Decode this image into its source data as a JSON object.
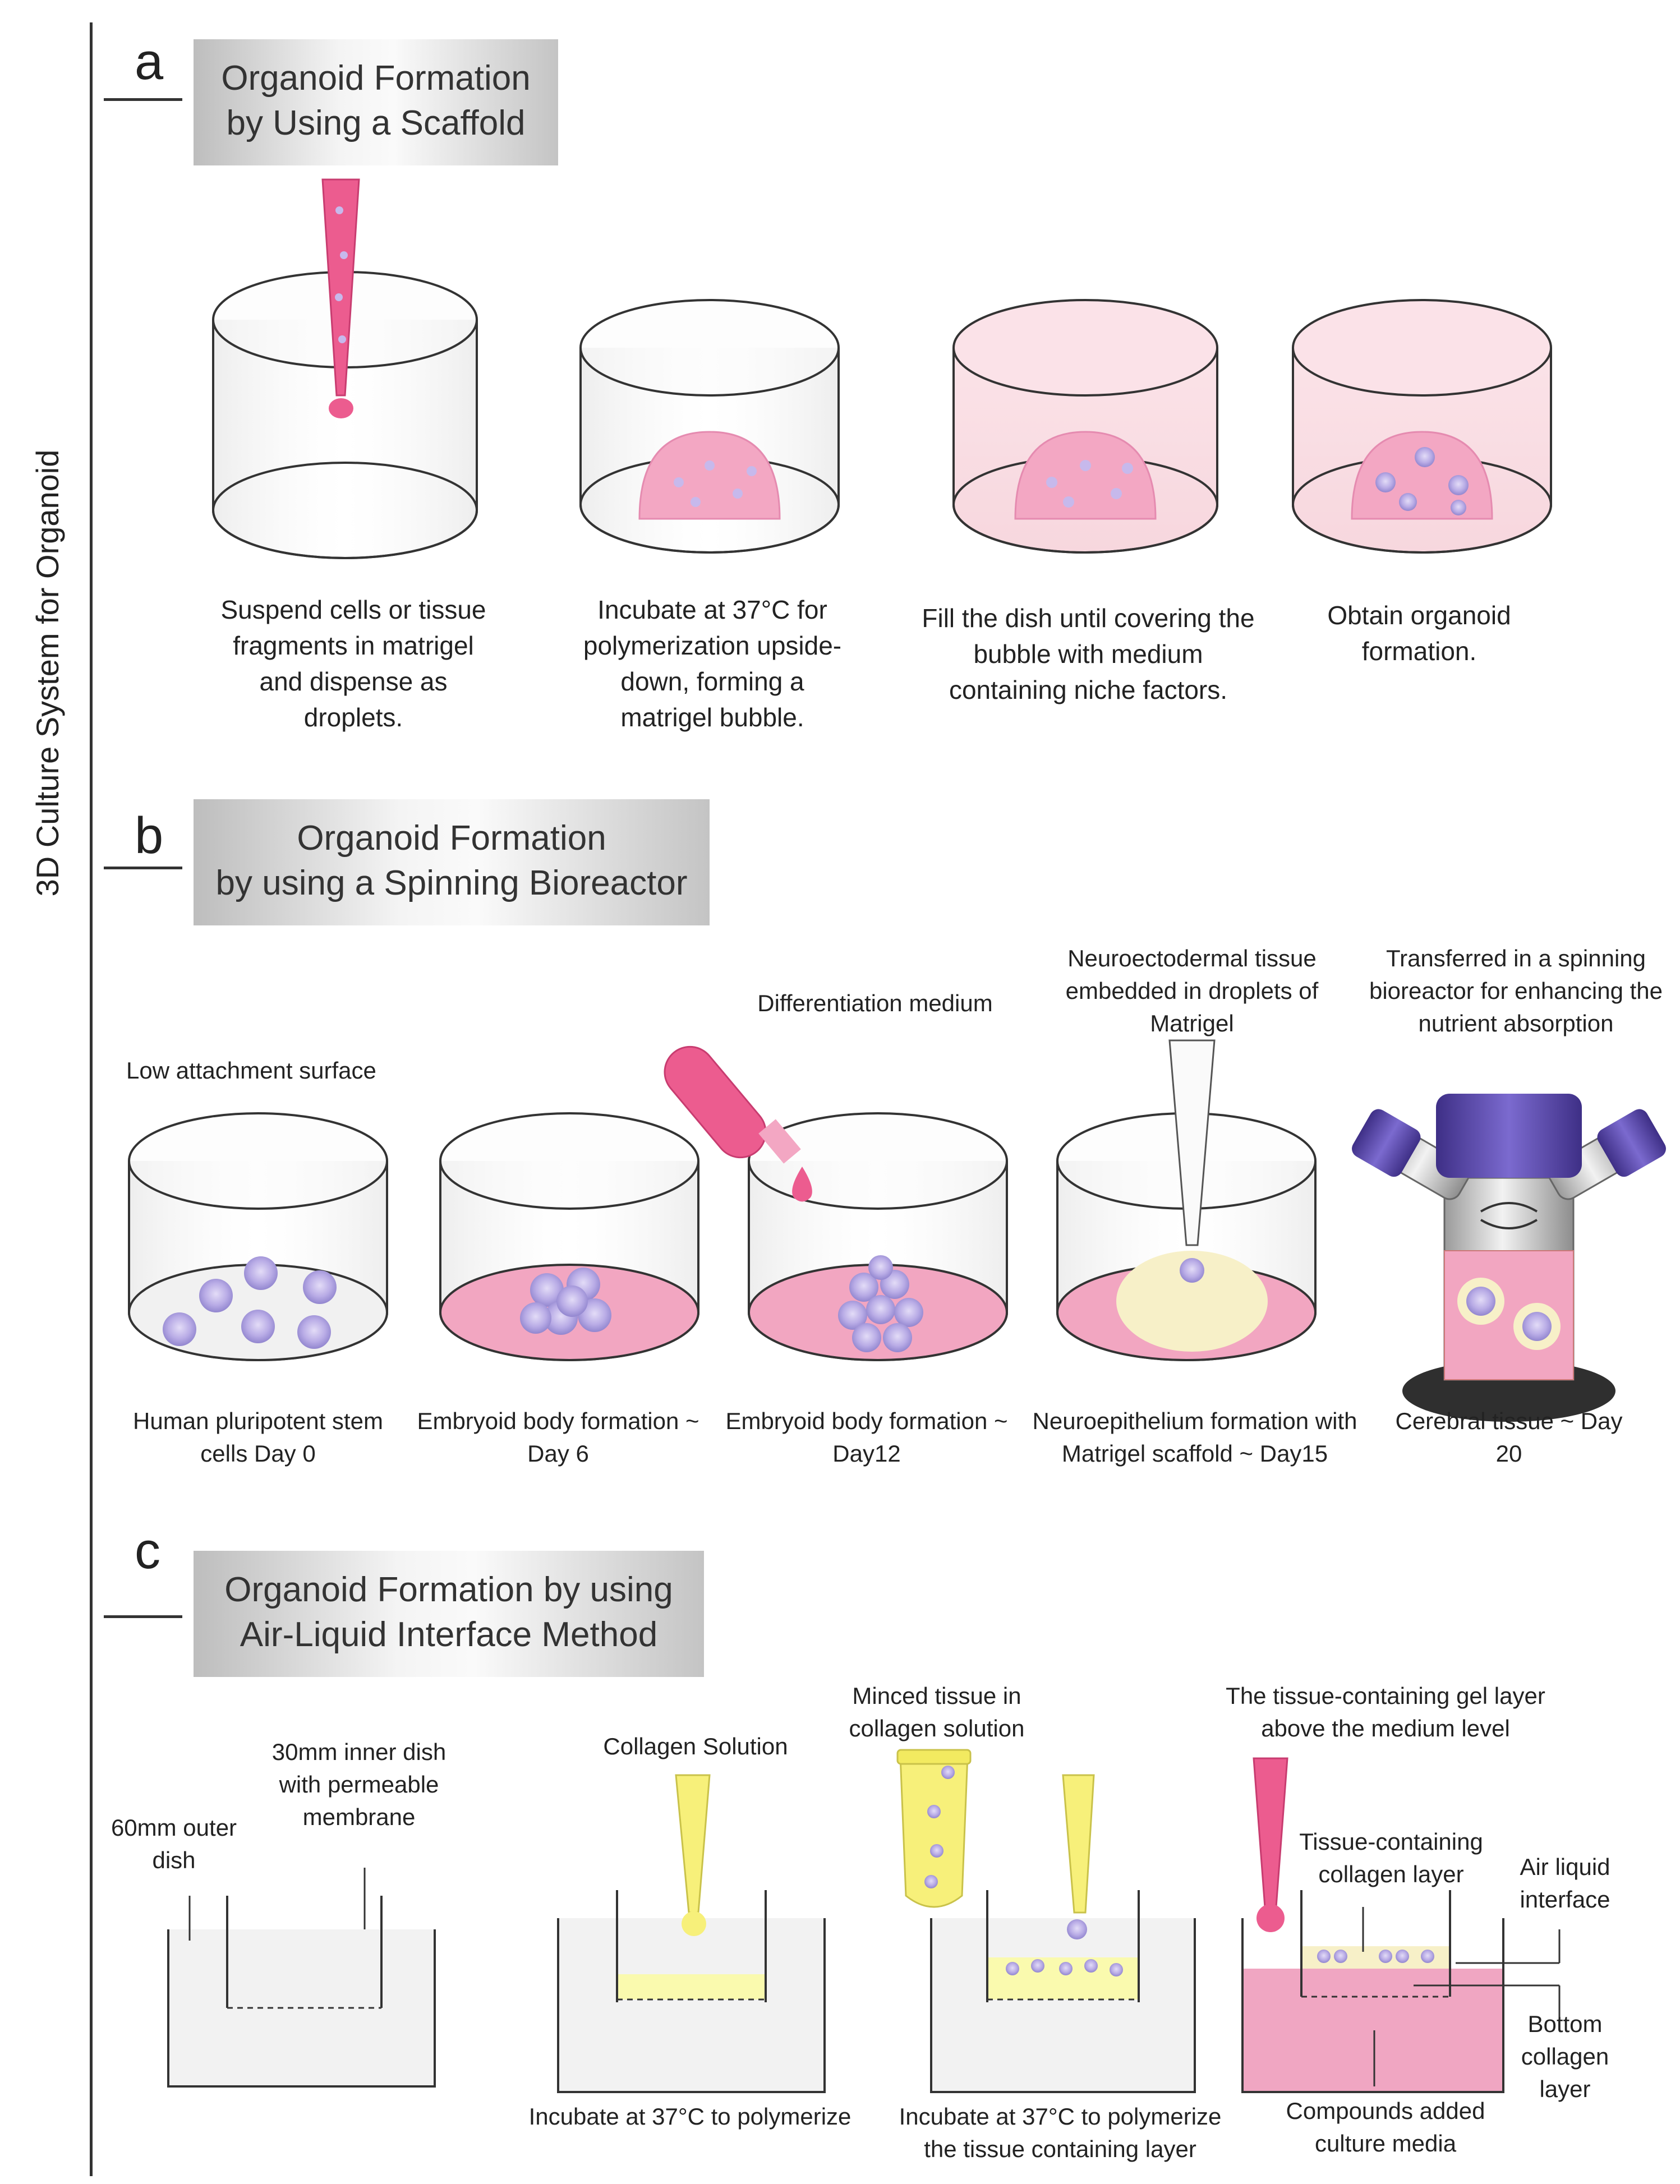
{
  "side_title": "3D Culture System for Organoid",
  "sections": {
    "a": {
      "letter": "a",
      "title_l1": "Organoid Formation",
      "title_l2": "by Using  a Scaffold",
      "steps": [
        "Suspend cells or tissue fragments in matrigel and dispense as droplets.",
        "Incubate at 37°C for polymerization upside-down, forming a matrigel bubble.",
        "Fill the dish until covering the bubble with medium containing niche factors.",
        "Obtain organoid formation."
      ]
    },
    "b": {
      "letter": "b",
      "title_l1": "Organoid Formation",
      "title_l2": "by using a Spinning Bioreactor",
      "label_low_attachment": "Low attachment surface",
      "label_diff_medium": "Differentiation medium",
      "label_neuroecto": "Neuroectodermal tissue embedded in droplets of Matrigel",
      "label_transferred": "Transferred in a spinning bioreactor for enhancing the nutrient absorption",
      "steps": [
        "Human pluripotent stem cells Day 0",
        "Embryoid body formation ~ Day 6",
        "Embryoid body formation ~ Day12",
        "Neuroepithelium formation with Matrigel scaffold ~ Day15",
        "Cerebral tissue ~ Day 20"
      ]
    },
    "c": {
      "letter": "c",
      "title_l1": "Organoid Formation by using",
      "title_l2": "Air-Liquid Interface Method",
      "label_outer_dish": "60mm outer dish",
      "label_inner_dish": "30mm inner dish with permeable membrane",
      "label_collagen_solution": "Collagen Solution",
      "label_minced": "Minced tissue in collagen solution",
      "label_gel_layer": "The tissue-containing gel layer above the medium level",
      "label_tissue_collagen": "Tissue-containing collagen layer",
      "label_air_liquid": "Air liquid interface",
      "label_bottom_collagen": "Bottom collagen layer",
      "label_compounds": "Compounds added culture media",
      "step_incubate1": "Incubate at 37°C to polymerize",
      "step_incubate2": "Incubate at 37°C to polymerize the tissue containing layer"
    }
  }
}
